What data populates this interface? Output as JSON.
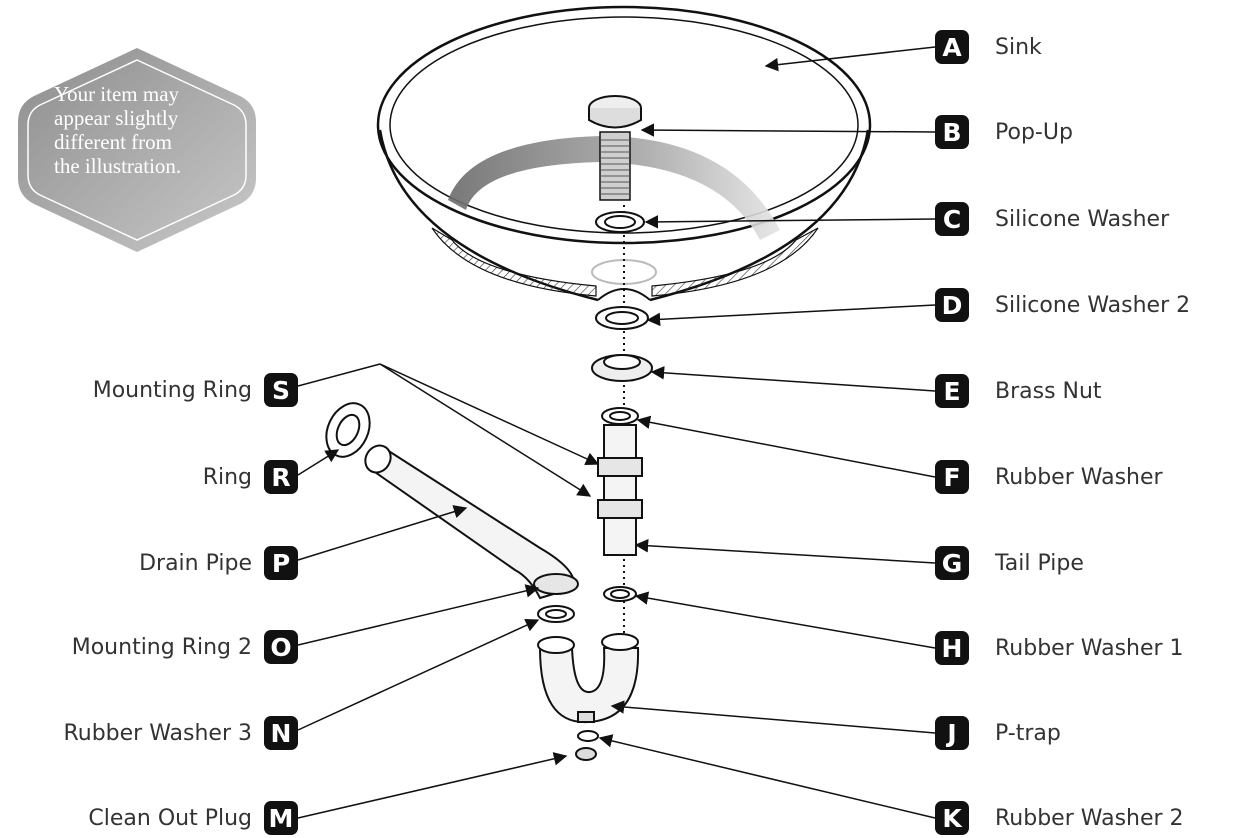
{
  "notice": {
    "lines": [
      "Your item may",
      "appear slightly",
      "different from",
      "the illustration."
    ]
  },
  "colors": {
    "badge": "#111111",
    "notice_fill": "#9a9a9a",
    "line": "#111111"
  },
  "parts_right": [
    {
      "letter": "A",
      "name": "Sink"
    },
    {
      "letter": "B",
      "name": "Pop-Up"
    },
    {
      "letter": "C",
      "name": "Silicone Washer"
    },
    {
      "letter": "D",
      "name": "Silicone Washer 2"
    },
    {
      "letter": "E",
      "name": "Brass Nut"
    },
    {
      "letter": "F",
      "name": "Rubber Washer"
    },
    {
      "letter": "G",
      "name": "Tail Pipe"
    },
    {
      "letter": "H",
      "name": "Rubber Washer 1"
    },
    {
      "letter": "J",
      "name": "P-trap"
    },
    {
      "letter": "K",
      "name": "Rubber Washer 2"
    }
  ],
  "parts_left": [
    {
      "letter": "S",
      "name": "Mounting Ring"
    },
    {
      "letter": "R",
      "name": "Ring"
    },
    {
      "letter": "P",
      "name": "Drain Pipe"
    },
    {
      "letter": "O",
      "name": "Mounting Ring 2"
    },
    {
      "letter": "N",
      "name": "Rubber Washer 3"
    },
    {
      "letter": "M",
      "name": "Clean Out Plug"
    }
  ]
}
